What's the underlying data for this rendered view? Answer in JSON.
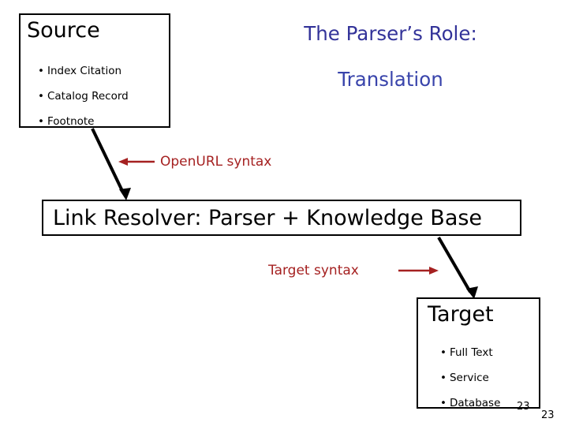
{
  "slide": {
    "page_number_primary": "23",
    "page_number_secondary": "23",
    "colors": {
      "title_blue": "#333399",
      "title_blue_alt": "#3944ab",
      "annotation_red": "#a52121",
      "outline_black": "#000000",
      "background": "#ffffff"
    }
  },
  "title": {
    "line1": "The Parser’s Role:",
    "line2": "Translation"
  },
  "source_box": {
    "heading": "Source",
    "bullets": [
      "Index Citation",
      "Catalog Record",
      "Footnote"
    ]
  },
  "resolver_box": {
    "heading": "Link Resolver:  Parser + Knowledge Base"
  },
  "target_box": {
    "heading": "Target",
    "bullets": [
      "Full Text",
      "Service",
      "Database"
    ]
  },
  "annotations": {
    "openurl_label": "OpenURL syntax",
    "target_syntax_label": "Target syntax"
  },
  "bullet_glyph": "•"
}
